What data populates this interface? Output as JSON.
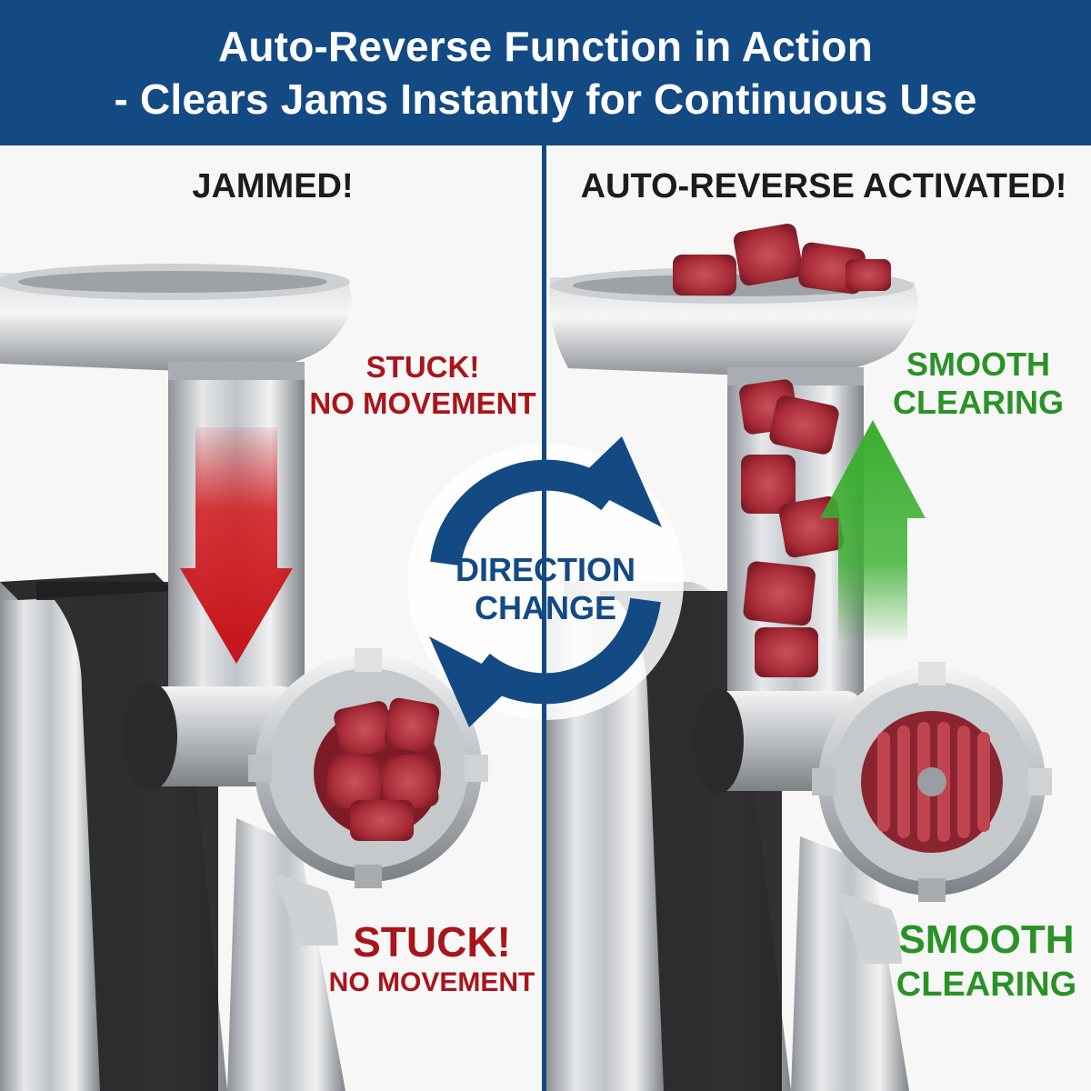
{
  "header": {
    "line1": "Auto-Reverse Function in Action",
    "line2": "- Clears Jams Instantly for Continuous Use"
  },
  "left_panel": {
    "title": "JAMMED!",
    "label_top": {
      "line1": "STUCK!",
      "line2": "NO MOVEMENT"
    },
    "label_bottom": {
      "line1": "STUCK!",
      "line2": "NO MOVEMENT"
    },
    "arrow_icon": "red-down-arrow-icon"
  },
  "right_panel": {
    "title": "AUTO-REVERSE ACTIVATED!",
    "label_top": {
      "line1": "SMOOTH",
      "line2": "CLEARING"
    },
    "label_bottom": {
      "line1": "SMOOTH",
      "line2": "CLEARING"
    },
    "arrow_icon": "green-up-arrow-icon"
  },
  "center": {
    "line1": "DIRECTION",
    "line2": "CHANGE",
    "icon": "circular-arrows-icon"
  },
  "colors": {
    "banner": "#134a84",
    "stuck_red": "#a8151b",
    "clear_green": "#2a9227",
    "arrow_red": "#d0161b",
    "arrow_green": "#3aae2f"
  }
}
